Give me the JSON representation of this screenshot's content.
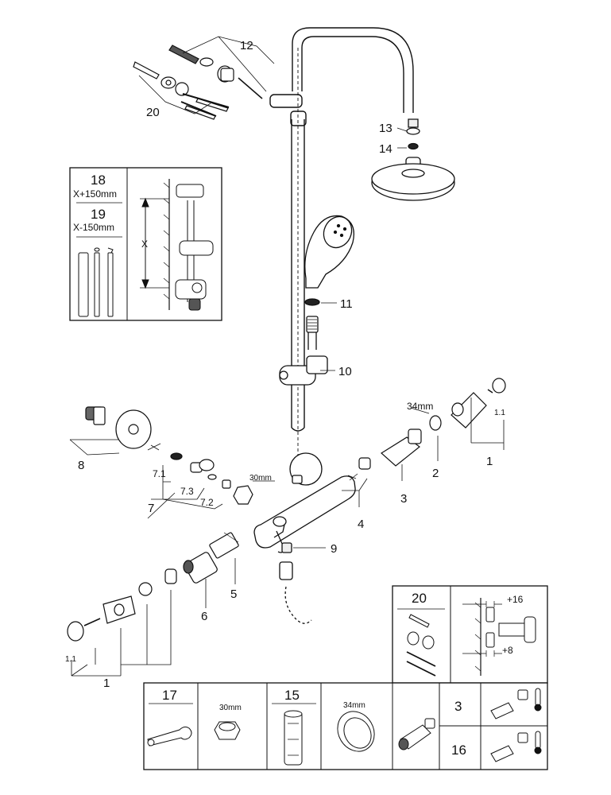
{
  "callouts": {
    "c1": "1",
    "c1_1": "1.1",
    "c2": "2",
    "c3": "3",
    "c4": "4",
    "c5": "5",
    "c6": "6",
    "c7": "7",
    "c7_1": "7.1",
    "c7_2": "7.2",
    "c7_3": "7.3",
    "c8": "8",
    "c9": "9",
    "c10": "10",
    "c11": "11",
    "c12": "12",
    "c13": "13",
    "c14": "14",
    "c20": "20"
  },
  "dims": {
    "nut_30mm": "30mm",
    "ring_34mm": "34mm"
  },
  "inset_extensions": {
    "part18": "18",
    "part18_size": "X+150mm",
    "part19": "19",
    "part19_size": "X-150mm",
    "x_label": "X"
  },
  "inset_wall": {
    "part20": "20",
    "offset_top": "+16",
    "offset_bottom": "+8"
  },
  "bottom_table": {
    "part17": "17",
    "wrench_size": "30mm",
    "part15": "15",
    "ring_size": "34mm",
    "part3": "3",
    "part16": "16"
  }
}
